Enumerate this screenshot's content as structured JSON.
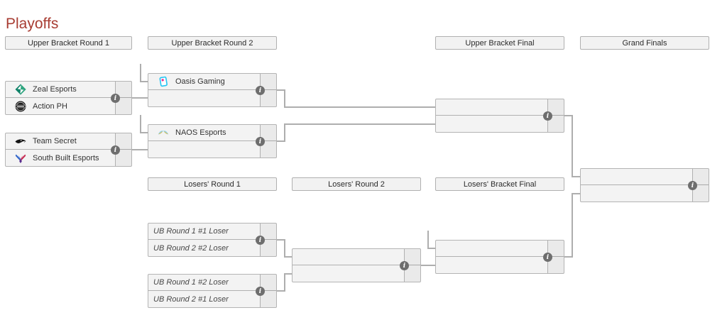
{
  "title": "Playoffs",
  "icons": {
    "info": "i"
  },
  "colors": {
    "accent_red": "#a83d33",
    "line_gray": "#aeaeae",
    "box_bg": "#f3f3f3",
    "info_circle": "#6e6e6e"
  },
  "headers": {
    "ub_r1": "Upper Bracket Round 1",
    "ub_r2": "Upper Bracket Round 2",
    "ub_final": "Upper Bracket Final",
    "grand_finals": "Grand Finals",
    "l_r1": "Losers' Round 1",
    "l_r2": "Losers' Round 2",
    "lb_final": "Losers' Bracket Final"
  },
  "matches": {
    "ub1m1": {
      "slots": [
        {
          "name": "Zeal Esports",
          "logo": "zeal-esports"
        },
        {
          "name": "Action PH",
          "logo": "action-ph"
        }
      ]
    },
    "ub1m2": {
      "slots": [
        {
          "name": "Team Secret",
          "logo": "team-secret"
        },
        {
          "name": "South Built Esports",
          "logo": "south-built-esports"
        }
      ]
    },
    "ub2m1": {
      "slots": [
        {
          "name": "Oasis Gaming",
          "logo": "oasis-gaming"
        },
        {
          "name": ""
        }
      ]
    },
    "ub2m2": {
      "slots": [
        {
          "name": "NAOS Esports",
          "logo": "naos-esports"
        },
        {
          "name": ""
        }
      ]
    },
    "ubfinal": {
      "slots": [
        {
          "name": ""
        },
        {
          "name": ""
        }
      ]
    },
    "lr1m1": {
      "slots": [
        {
          "name": "UB Round 1 #1 Loser",
          "placeholder": true
        },
        {
          "name": "UB Round 2 #2 Loser",
          "placeholder": true
        }
      ]
    },
    "lr1m2": {
      "slots": [
        {
          "name": "UB Round 1 #2 Loser",
          "placeholder": true
        },
        {
          "name": "UB Round 2 #1 Loser",
          "placeholder": true
        }
      ]
    },
    "lr2": {
      "slots": [
        {
          "name": ""
        },
        {
          "name": ""
        }
      ]
    },
    "lbfinal": {
      "slots": [
        {
          "name": ""
        },
        {
          "name": ""
        }
      ]
    },
    "grandfinal": {
      "slots": [
        {
          "name": ""
        },
        {
          "name": ""
        }
      ]
    }
  }
}
